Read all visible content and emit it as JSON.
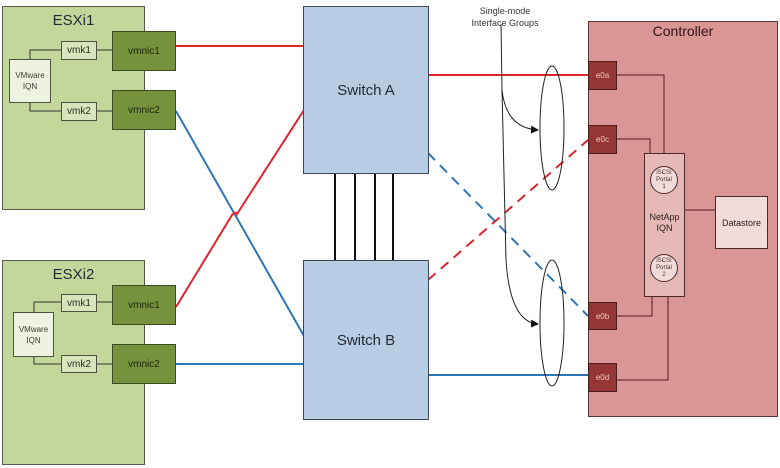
{
  "diagram": {
    "hosts": [
      {
        "title": "ESXi1",
        "vmware_label": [
          "VMware",
          "IQN"
        ],
        "vmks": [
          "vmk1",
          "vmk2"
        ],
        "vmnics": [
          "vmnic1",
          "vmnic2"
        ]
      },
      {
        "title": "ESXi2",
        "vmware_label": [
          "VMware",
          "IQN"
        ],
        "vmks": [
          "vmk1",
          "vmk2"
        ],
        "vmnics": [
          "vmnic1",
          "vmnic2"
        ]
      }
    ],
    "switches": [
      "Switch A",
      "Switch B"
    ],
    "interswitch_links": 4,
    "controller": {
      "title": "Controller",
      "ports": [
        "e0a",
        "e0c",
        "e0b",
        "e0d"
      ],
      "iqn_label": [
        "NetApp",
        "IQN"
      ],
      "portals": [
        [
          "iSCSI",
          "Portal",
          "1"
        ],
        [
          "iSCSI",
          "Portal",
          "2"
        ]
      ],
      "datastore": "Datastore"
    },
    "annotation": [
      "Single-mode",
      "Interface Groups"
    ],
    "connections": [
      {
        "from": "ESXi1.vmnic1",
        "to": "Switch A",
        "color": "red",
        "style": "solid"
      },
      {
        "from": "ESXi1.vmnic2",
        "to": "Switch B",
        "color": "blue",
        "style": "solid"
      },
      {
        "from": "ESXi2.vmnic1",
        "to": "Switch A",
        "color": "red",
        "style": "solid"
      },
      {
        "from": "ESXi2.vmnic2",
        "to": "Switch B",
        "color": "blue",
        "style": "solid"
      },
      {
        "from": "Switch A",
        "to": "Controller.e0a",
        "color": "red",
        "style": "solid"
      },
      {
        "from": "Switch B",
        "to": "Controller.e0c",
        "color": "red",
        "style": "dashed"
      },
      {
        "from": "Switch A",
        "to": "Controller.e0b",
        "color": "blue",
        "style": "dashed"
      },
      {
        "from": "Switch B",
        "to": "Controller.e0d",
        "color": "blue",
        "style": "solid"
      }
    ],
    "colors": {
      "red_path": "#e0242b",
      "blue_path": "#2e75b6",
      "host_fill": "#c4d79b",
      "vmnic_fill": "#76923c",
      "switch_fill": "#b8cce4",
      "controller_fill": "#da9694",
      "port_fill": "#963634"
    }
  }
}
